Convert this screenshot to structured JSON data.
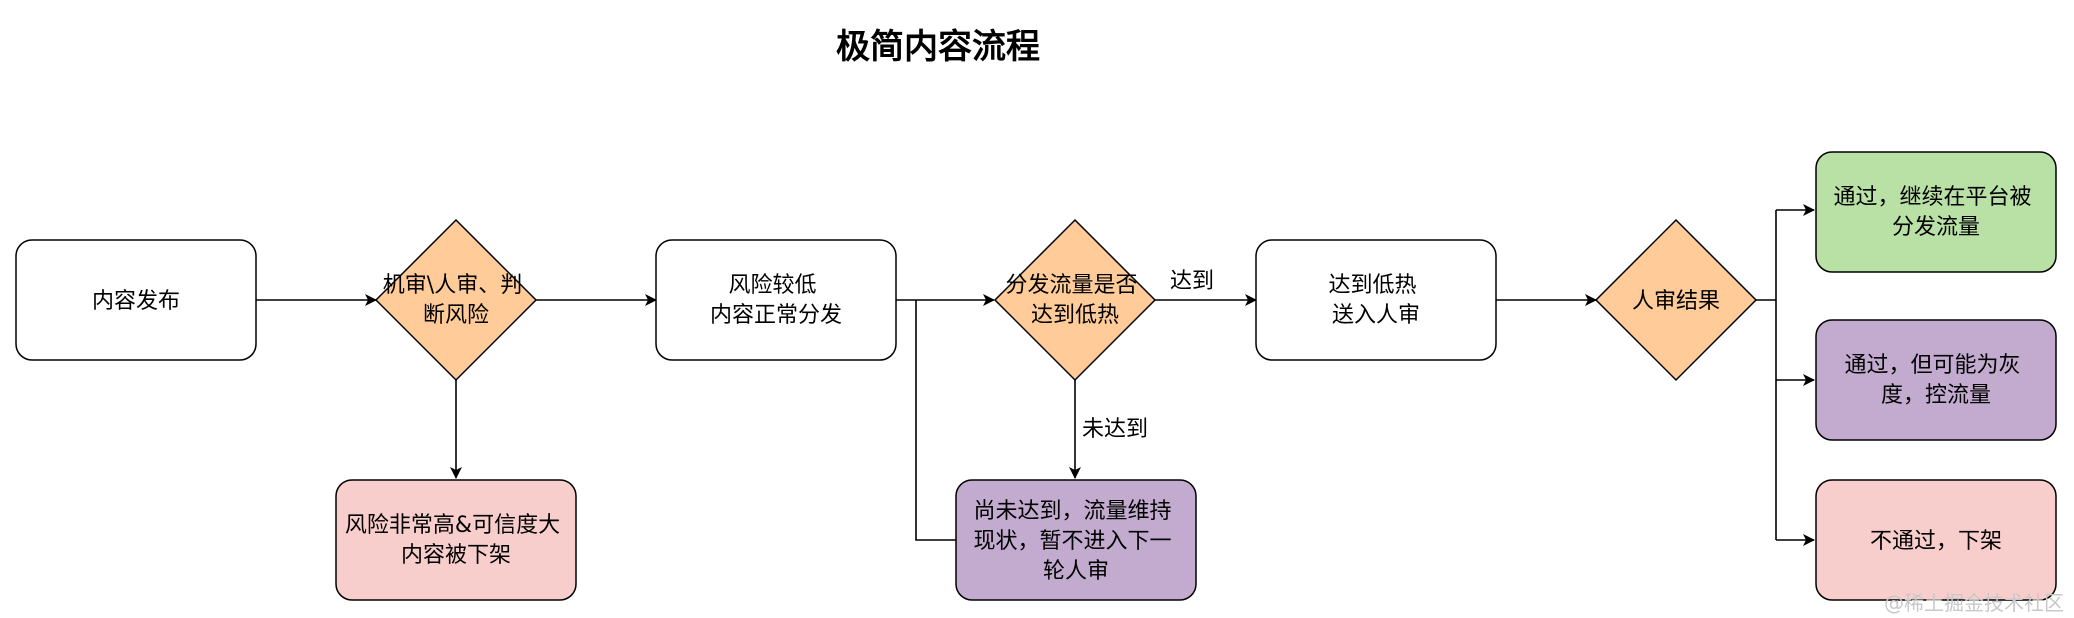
{
  "title": "极简内容流程",
  "colors": {
    "white": "#ffffff",
    "diamond": "#ffcc99",
    "red": "#f8cecc",
    "purple": "#c3abd0",
    "green": "#b9e0a5",
    "stroke": "#000000"
  },
  "nodes": {
    "publish": {
      "lines": [
        "内容发布"
      ]
    },
    "review_decision": {
      "lines": [
        "机审\\人审、判",
        "断风险"
      ]
    },
    "low_risk": {
      "lines": [
        "风险较低",
        "内容正常分发"
      ]
    },
    "high_risk": {
      "lines": [
        "风险非常高&可信度大",
        "内容被下架"
      ]
    },
    "traffic_decision": {
      "lines": [
        "分发流量是否",
        "达到低热"
      ]
    },
    "reach_low_heat": {
      "lines": [
        "达到低热",
        "送入人审"
      ]
    },
    "not_reached": {
      "lines": [
        "尚未达到，流量维持",
        "现状，暂不进入下一",
        "轮人审"
      ]
    },
    "human_result": {
      "lines": [
        "人审结果"
      ]
    },
    "pass": {
      "lines": [
        "通过，继续在平台被",
        "分发流量"
      ]
    },
    "pass_gray": {
      "lines": [
        "通过，但可能为灰",
        "度，控流量"
      ]
    },
    "reject": {
      "lines": [
        "不通过，下架"
      ]
    }
  },
  "edge_labels": {
    "reached": "达到",
    "not_reached": "未达到"
  },
  "watermark": "@稀土掘金技术社区"
}
